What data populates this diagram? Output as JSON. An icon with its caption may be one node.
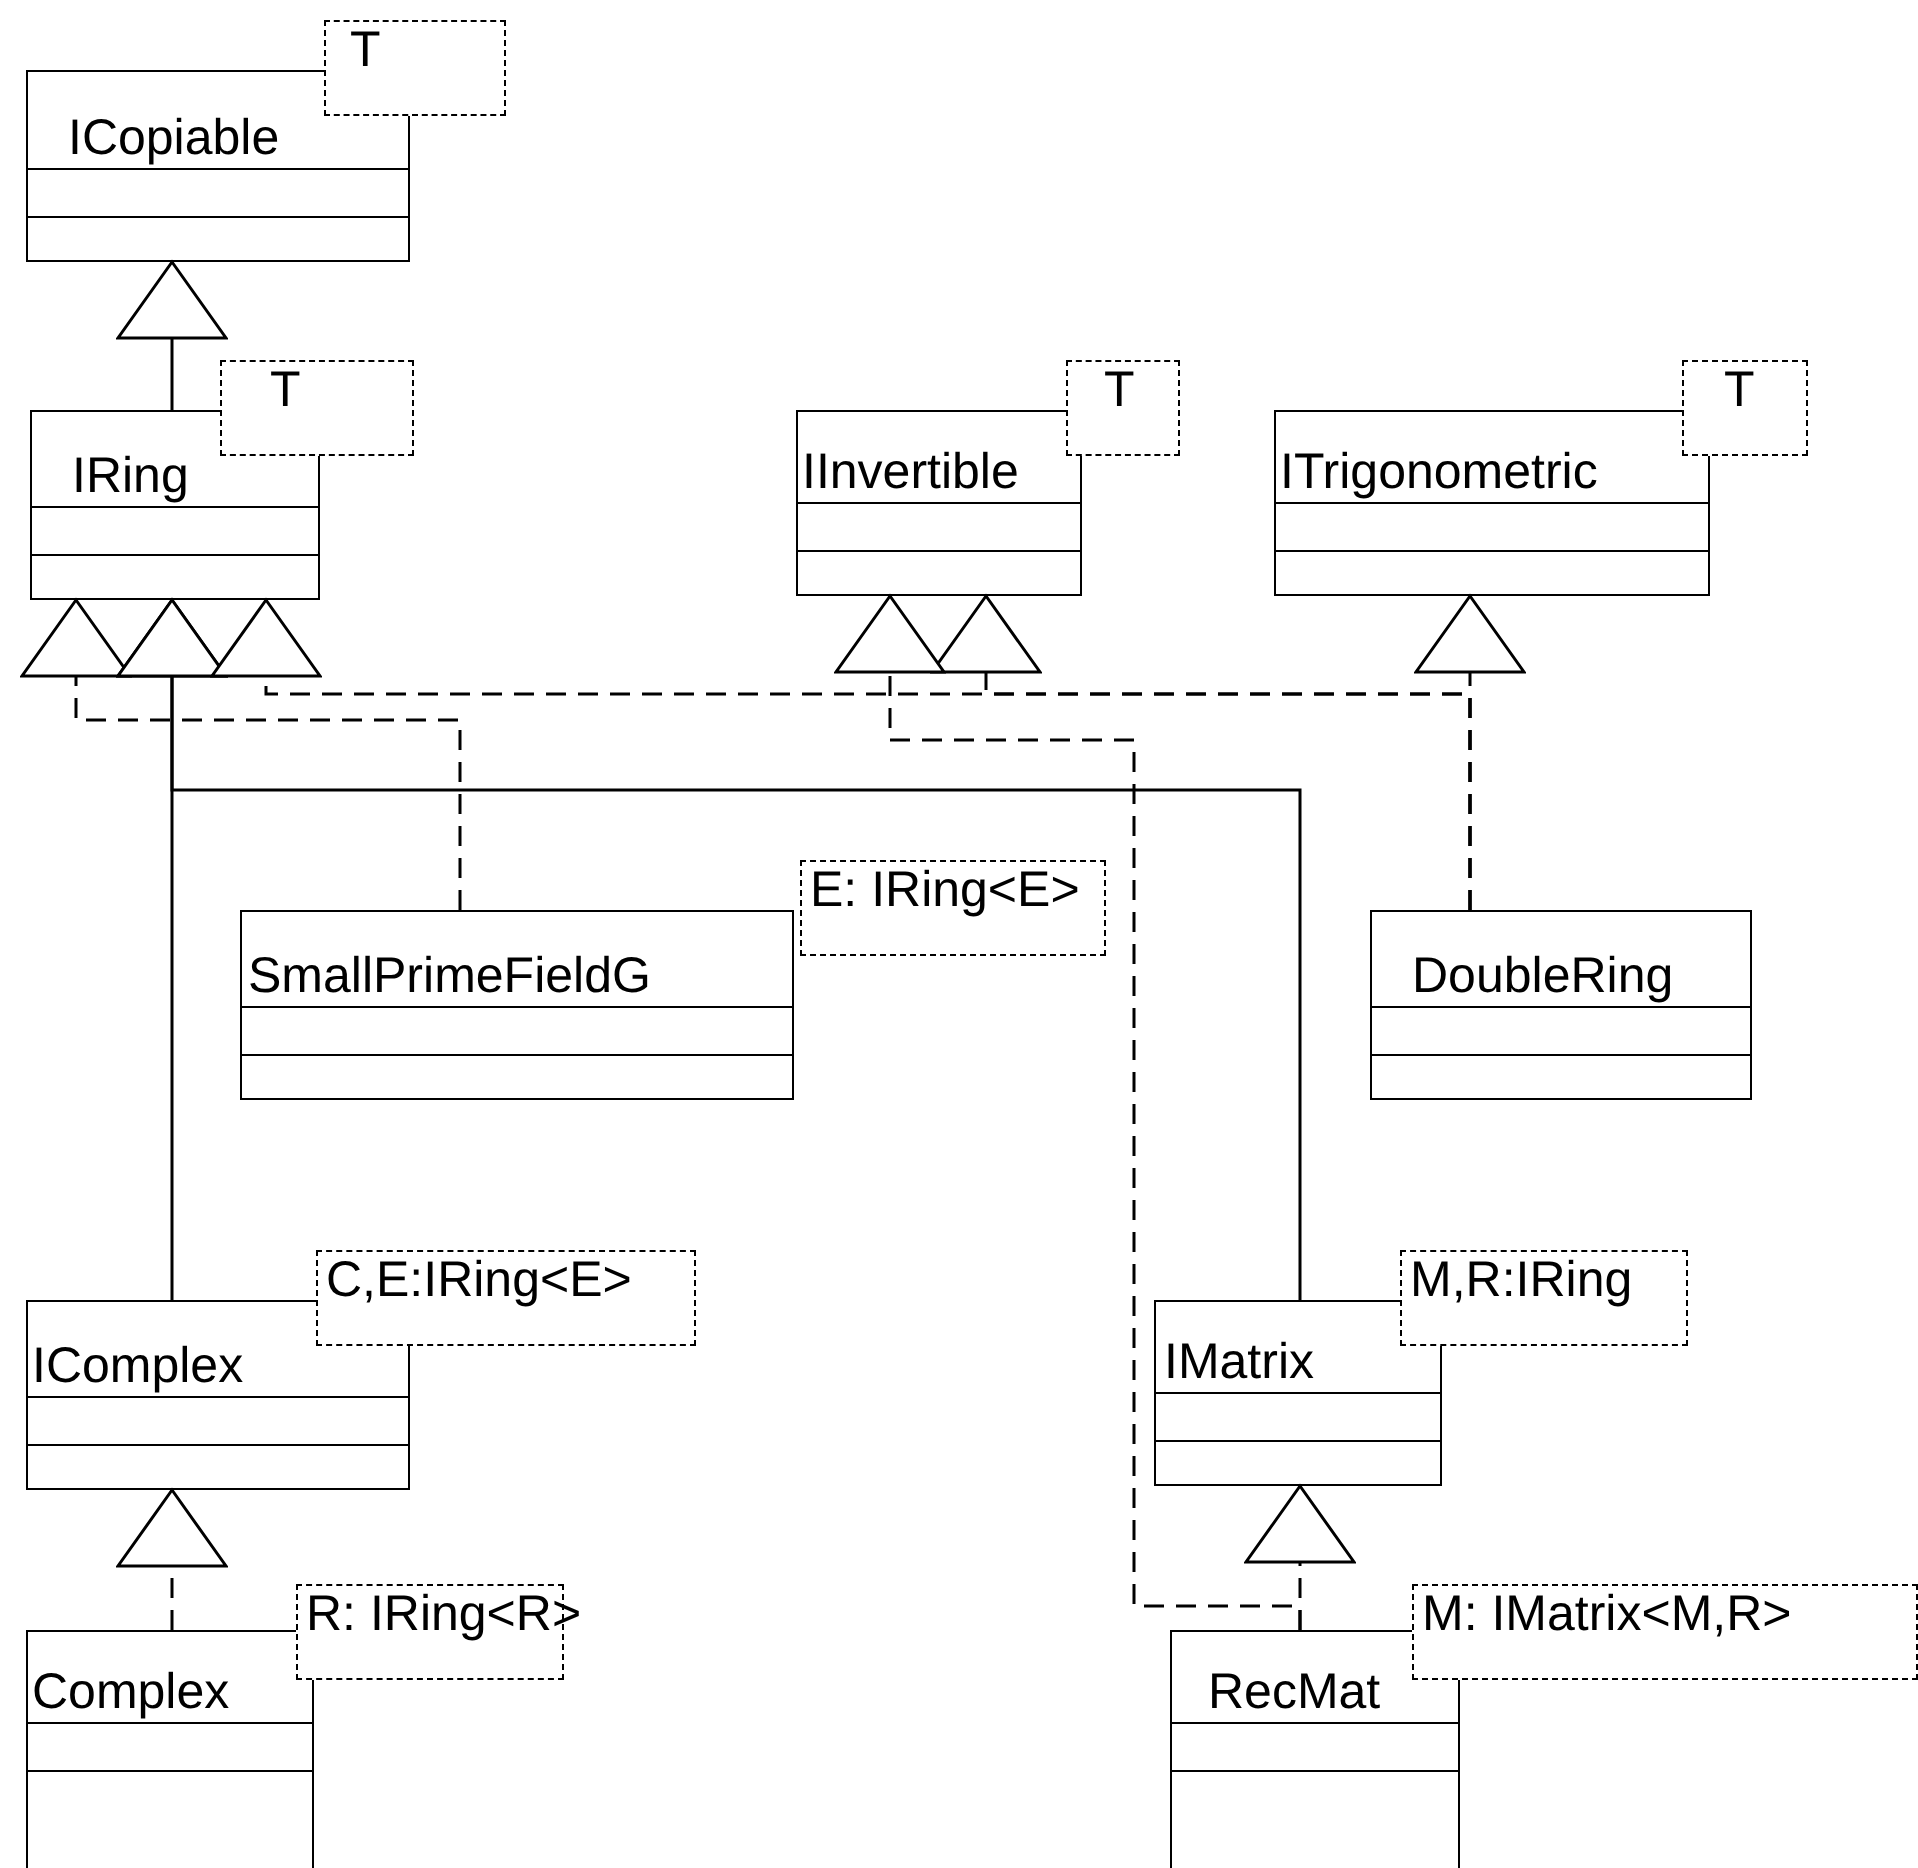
{
  "diagram": {
    "nodes": [
      {
        "text": [
          "ICopiable"
        ]
      },
      {
        "text": [
          "T"
        ]
      },
      {
        "text": [
          "IRing"
        ]
      },
      {
        "text": [
          "T"
        ]
      },
      {
        "text": [
          "IInvertible"
        ]
      },
      {
        "text": [
          "T"
        ]
      },
      {
        "text": [
          "ITrigonometric"
        ]
      },
      {
        "text": [
          "T"
        ]
      },
      {
        "text": [
          "SmallPrimeFieldG"
        ]
      },
      {
        "text": [
          "E: IRing<E>"
        ]
      },
      {
        "text": [
          "DoubleRing"
        ]
      },
      {
        "text": [
          "IComplex"
        ]
      },
      {
        "text": [
          "C,E:IRing<E>"
        ]
      },
      {
        "text": [
          "IMatrix"
        ]
      },
      {
        "text": [
          "M,R:IRing"
        ]
      },
      {
        "text": [
          "Complex"
        ]
      },
      {
        "text": [
          "R: IRing<R>"
        ]
      },
      {
        "text": [
          "RecMat"
        ]
      },
      {
        "text": [
          "M: IMatrix<M,R>"
        ]
      }
    ],
    "edges": [
      {
        "from": 2,
        "to": 0,
        "arrow": "to"
      },
      {
        "from": 8,
        "to": 2,
        "arrow": "to",
        "style": "dashed"
      },
      {
        "from": 11,
        "to": 2,
        "arrow": "to"
      },
      {
        "from": 13,
        "to": 2,
        "arrow": "to"
      },
      {
        "from": 10,
        "to": 2,
        "arrow": "to",
        "style": "dashed"
      },
      {
        "from": 10,
        "to": 4,
        "arrow": "to",
        "style": "dashed"
      },
      {
        "from": 10,
        "to": 6,
        "arrow": "to",
        "style": "dashed"
      },
      {
        "from": 15,
        "to": 11,
        "arrow": "to",
        "style": "dashed"
      },
      {
        "from": 17,
        "to": 13,
        "arrow": "to",
        "style": "dashed"
      },
      {
        "from": 17,
        "to": 4,
        "arrow": "to",
        "style": "dashed"
      }
    ]
  }
}
